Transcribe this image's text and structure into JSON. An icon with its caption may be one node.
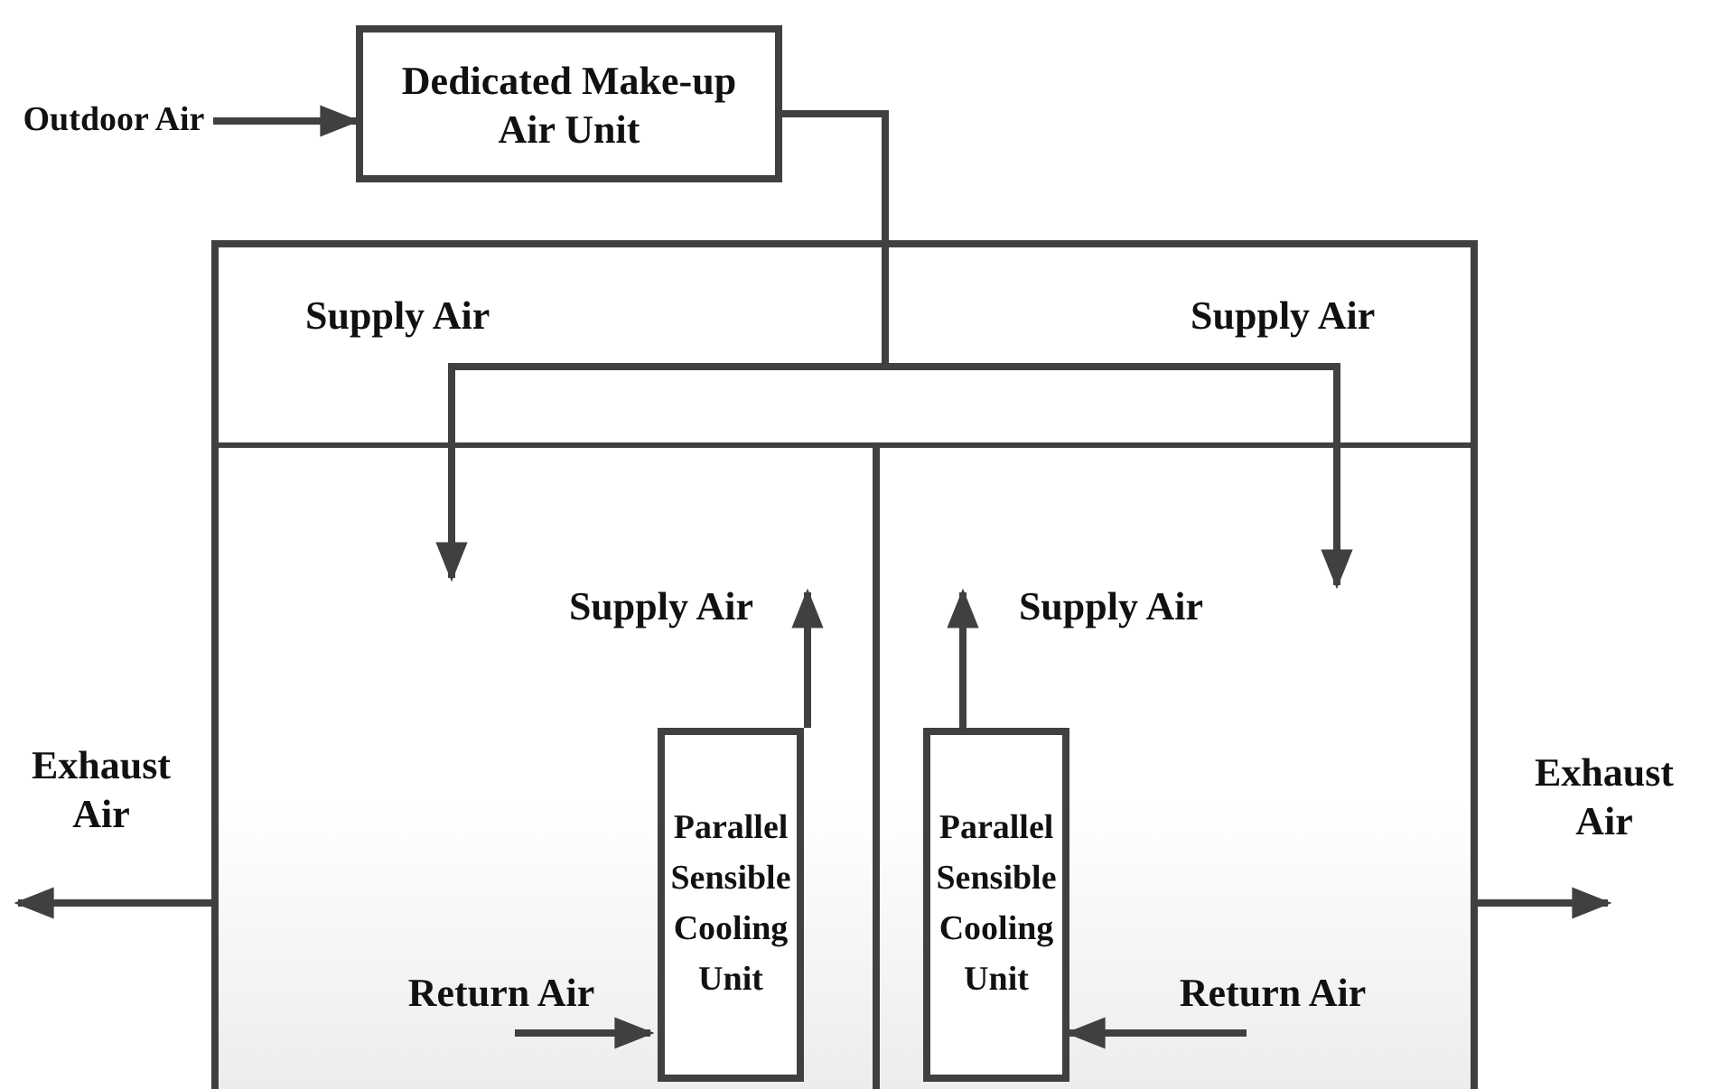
{
  "diagram": {
    "nodes": [
      {
        "text": [
          "Outdoor Air"
        ]
      },
      {
        "text": [
          "Dedicated Make-up Air Unit"
        ]
      },
      {
        "text": [
          "Supply Air",
          "Supply Air"
        ]
      },
      {
        "text": [],
        "shape": "box"
      },
      {
        "text": [],
        "shape": "box"
      },
      {
        "text": [
          "Parallel Sensible Cooling Unit"
        ],
        "in": 3
      },
      {
        "text": [
          "Parallel Sensible Cooling Unit"
        ],
        "in": 4
      }
    ],
    "edges": [
      {
        "from": 0,
        "to": 1,
        "arrow": "to"
      },
      {
        "from": 1,
        "to": null,
        "arrow": "to"
      },
      {
        "from": 1,
        "to": null,
        "arrow": "to"
      },
      {
        "from": 5,
        "to": null,
        "arrow": "to",
        "label": "Supply Air"
      },
      {
        "from": 6,
        "to": null,
        "arrow": "to",
        "label": "Supply Air"
      },
      {
        "from": 3,
        "to": null,
        "arrow": "to",
        "label": "Exhaust Air"
      },
      {
        "from": 4,
        "to": null,
        "arrow": "to",
        "label": "Exhaust Air"
      },
      {
        "from": null,
        "to": 5,
        "arrow": "to",
        "label": "Return Air"
      },
      {
        "from": null,
        "to": 6,
        "arrow": "to",
        "label": "Return Air"
      }
    ]
  }
}
